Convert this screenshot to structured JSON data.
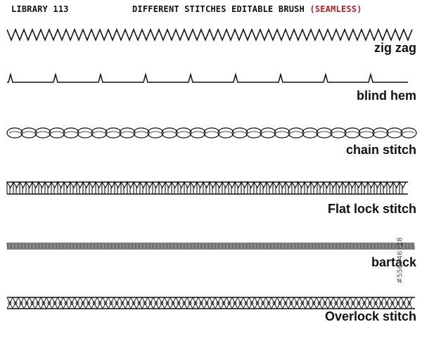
{
  "header": {
    "library": "LIBRARY 113",
    "title_main": "DIFFERENT STITCHES EDITABLE BRUSH",
    "title_accent": "(SEAMLESS)",
    "accent_color": "#b32025"
  },
  "stitches": [
    {
      "name": "zig zag"
    },
    {
      "name": "blind hem"
    },
    {
      "name": "chain stitch"
    },
    {
      "name": "Flat lock stitch"
    },
    {
      "name": "bartack"
    },
    {
      "name": "Overlock stitch"
    }
  ],
  "side_text": "#556746128"
}
